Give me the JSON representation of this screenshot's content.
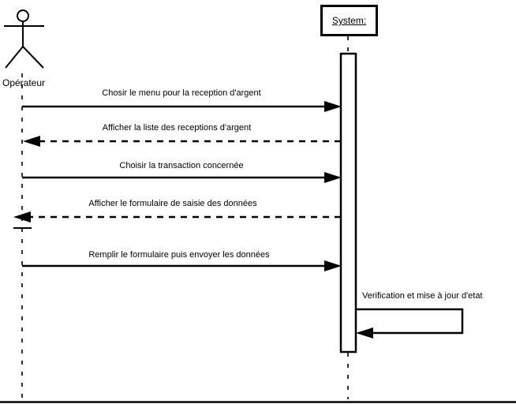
{
  "diagram": {
    "kind": "uml-sequence-diagram",
    "colors": {
      "stroke": "#000000",
      "background": "#ffffff"
    },
    "actors": [
      {
        "id": "operator",
        "label": "Opérateur",
        "type": "actor"
      },
      {
        "id": "system",
        "label": "System:",
        "type": "object"
      }
    ],
    "messages": [
      {
        "from": "operator",
        "to": "system",
        "style": "solid",
        "label": "Chosir le menu pour la reception d'argent"
      },
      {
        "from": "system",
        "to": "operator",
        "style": "dashed",
        "label": "Afficher la liste des receptions d'argent"
      },
      {
        "from": "operator",
        "to": "system",
        "style": "solid",
        "label": "Choisir la transaction concernée"
      },
      {
        "from": "system",
        "to": "operator",
        "style": "dashed",
        "label": "Afficher le formulaire de saisie des données"
      },
      {
        "from": "operator",
        "to": "system",
        "style": "solid",
        "label": "Remplir le formulaire puis envoyer les données"
      },
      {
        "from": "system",
        "to": "system",
        "style": "self",
        "label": "Verification et mise à jour d'etat"
      }
    ]
  }
}
